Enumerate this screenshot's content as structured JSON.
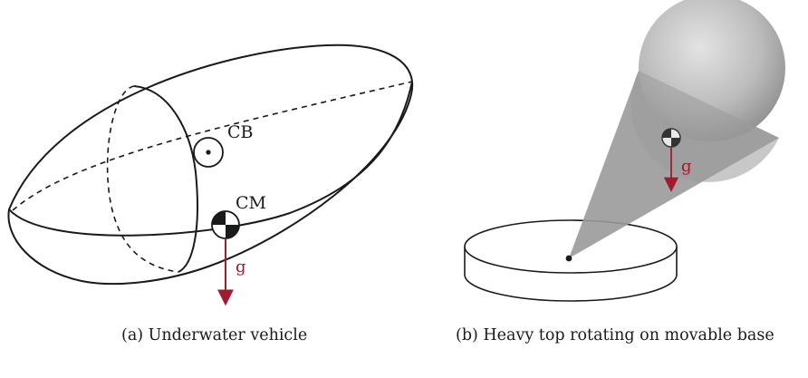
{
  "colors": {
    "outline": "#1a1a1a",
    "gravity": "#9e1c2c",
    "cone": "#9a9a9a",
    "sphere": "#b5b5b5"
  },
  "panel_a": {
    "cb_label": "CB",
    "cm_label": "CM",
    "g_label": "g",
    "caption": "(a) Underwater vehicle"
  },
  "panel_b": {
    "g_label": "g",
    "caption": "(b) Heavy top rotating on movable base"
  }
}
